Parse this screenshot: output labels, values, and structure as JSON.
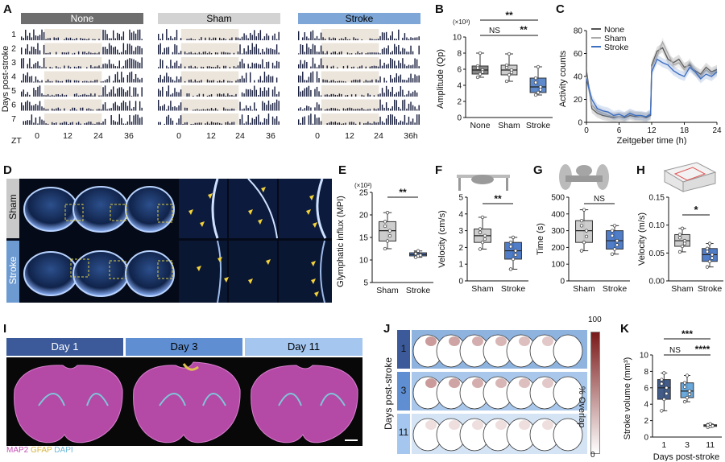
{
  "panels": {
    "A": {
      "label": "A",
      "headers": [
        {
          "text": "None",
          "color": "#6e6e6e"
        },
        {
          "text": "Sham",
          "color": "#d3d3d3"
        },
        {
          "text": "Stroke",
          "color": "#7ea7d8"
        }
      ],
      "days": [
        "1",
        "2",
        "3",
        "4",
        "5",
        "6",
        "7"
      ],
      "ylabel": "Days post-stroke",
      "zt_label": "ZT",
      "ticks_a": [
        "0",
        "12",
        "24",
        "36"
      ],
      "ticks_c": [
        "0",
        "12",
        "24",
        "36h"
      ]
    },
    "B": {
      "label": "B",
      "scale": "(×10³)",
      "ylabel": "Amplitude (Qp)",
      "sig_top": "**",
      "sig_ns": "NS",
      "sig_right": "**"
    },
    "C": {
      "label": "C",
      "ylabel": "Activity counts",
      "xlabel": "Zeitgeber time (h)"
    },
    "D": {
      "label": "D",
      "rows": [
        "Sham",
        "Stroke"
      ]
    },
    "E": {
      "label": "E",
      "scale": "(×10²)",
      "ylabel": "Glymphatic influx (MPI)",
      "sig": "**"
    },
    "F": {
      "label": "F",
      "ylabel": "Velocity (cm/s)",
      "sig": "**"
    },
    "G": {
      "label": "G",
      "ylabel": "Time (s)",
      "sig": "NS"
    },
    "H": {
      "label": "H",
      "ylabel": "Velocity (m/s)",
      "sig": "*"
    },
    "I": {
      "label": "I",
      "headers": [
        "Day 1",
        "Day 3",
        "Day 11"
      ],
      "scalebar": "1 mm",
      "stain": [
        {
          "text": "MAP2",
          "color": "#c44fb5"
        },
        {
          "text": "GFAP",
          "color": "#d6b640"
        },
        {
          "text": "DAPI",
          "color": "#6fb8d8"
        }
      ]
    },
    "J": {
      "label": "J",
      "rows": [
        "1",
        "3",
        "11"
      ],
      "ylabel": "Days post-stroke",
      "cbar_max": "100",
      "cbar_min": "0",
      "cbar_label": "% Overlap"
    },
    "K": {
      "label": "K",
      "ylabel": "Stroke volume (mm³)",
      "xlabel": "Days post-stroke",
      "sig_top": "***",
      "sig_ns": "NS",
      "sig_right": "****"
    }
  },
  "chart_data": [
    {
      "type": "box",
      "panel": "B",
      "categories": [
        "None",
        "Sham",
        "Stroke"
      ],
      "ylim": [
        0,
        10
      ],
      "yticks": [
        "0",
        "2",
        "4",
        "6",
        "8",
        "10"
      ],
      "boxes": [
        {
          "min": 5.0,
          "q1": 5.4,
          "median": 5.9,
          "q3": 6.4,
          "max": 8.0
        },
        {
          "min": 4.5,
          "q1": 5.3,
          "median": 5.9,
          "q3": 6.5,
          "max": 7.9
        },
        {
          "min": 2.8,
          "q1": 3.1,
          "median": 3.8,
          "q3": 4.9,
          "max": 6.3
        }
      ],
      "colors": [
        "#7a7a7a",
        "#c8c8c8",
        "#4d7cc4"
      ]
    },
    {
      "type": "line",
      "panel": "C",
      "xlim": [
        0,
        24
      ],
      "ylim": [
        0,
        80
      ],
      "xticks": [
        "0",
        "6",
        "12",
        "18",
        "24"
      ],
      "yticks": [
        "0",
        "20",
        "40",
        "60",
        "80"
      ],
      "x": [
        0,
        1,
        2,
        3,
        4,
        5,
        6,
        7,
        8,
        9,
        10,
        11,
        11.8,
        12,
        13,
        14,
        15,
        16,
        17,
        18,
        19,
        20,
        21,
        22,
        23,
        24
      ],
      "series": [
        {
          "name": "None",
          "color": "#555555",
          "values": [
            45,
            12,
            8,
            6,
            5,
            4,
            5,
            4,
            6,
            5,
            5,
            4,
            6,
            50,
            62,
            65,
            55,
            52,
            55,
            48,
            50,
            45,
            42,
            48,
            44,
            46
          ]
        },
        {
          "name": "Sham",
          "color": "#aaaaaa",
          "values": [
            40,
            15,
            10,
            8,
            6,
            5,
            5,
            5,
            7,
            6,
            5,
            5,
            8,
            48,
            58,
            70,
            60,
            50,
            52,
            46,
            52,
            44,
            40,
            46,
            42,
            45
          ]
        },
        {
          "name": "Stroke",
          "color": "#3d6fc2",
          "values": [
            38,
            20,
            12,
            10,
            9,
            6,
            7,
            5,
            8,
            6,
            6,
            5,
            7,
            44,
            55,
            52,
            50,
            45,
            42,
            40,
            48,
            44,
            38,
            42,
            40,
            44
          ]
        }
      ]
    },
    {
      "type": "box",
      "panel": "E",
      "categories": [
        "Sham",
        "Stroke"
      ],
      "ylim": [
        5,
        25
      ],
      "yticks": [
        "5",
        "10",
        "15",
        "20",
        "25"
      ],
      "boxes": [
        {
          "min": 12.5,
          "q1": 14.2,
          "median": 16.5,
          "q3": 18.5,
          "max": 20.5
        },
        {
          "min": 10.6,
          "q1": 10.9,
          "median": 11.2,
          "q3": 11.6,
          "max": 12.0
        }
      ],
      "colors": [
        "#c8c8c8",
        "#3d6fc2"
      ]
    },
    {
      "type": "box",
      "panel": "F",
      "categories": [
        "Sham",
        "Stroke"
      ],
      "ylim": [
        0,
        5
      ],
      "yticks": [
        "0",
        "1",
        "2",
        "3",
        "4",
        "5"
      ],
      "boxes": [
        {
          "min": 1.9,
          "q1": 2.3,
          "median": 2.7,
          "q3": 3.1,
          "max": 3.8
        },
        {
          "min": 0.7,
          "q1": 1.3,
          "median": 1.8,
          "q3": 2.3,
          "max": 2.6
        }
      ],
      "colors": [
        "#c8c8c8",
        "#3d6fc2"
      ]
    },
    {
      "type": "box",
      "panel": "G",
      "categories": [
        "Sham",
        "Stroke"
      ],
      "ylim": [
        0,
        500
      ],
      "yticks": [
        "0",
        "100",
        "200",
        "300",
        "400",
        "500"
      ],
      "boxes": [
        {
          "min": 180,
          "q1": 230,
          "median": 300,
          "q3": 360,
          "max": 425
        },
        {
          "min": 160,
          "q1": 190,
          "median": 240,
          "q3": 300,
          "max": 330
        }
      ],
      "colors": [
        "#c8c8c8",
        "#3d6fc2"
      ]
    },
    {
      "type": "box",
      "panel": "H",
      "categories": [
        "Sham",
        "Stroke"
      ],
      "ylim": [
        0,
        0.15
      ],
      "yticks": [
        "0.00",
        "0.05",
        "0.10",
        "0.15"
      ],
      "boxes": [
        {
          "min": 0.052,
          "q1": 0.062,
          "median": 0.072,
          "q3": 0.083,
          "max": 0.094
        },
        {
          "min": 0.025,
          "q1": 0.035,
          "median": 0.047,
          "q3": 0.058,
          "max": 0.067
        }
      ],
      "colors": [
        "#c8c8c8",
        "#3d6fc2"
      ]
    },
    {
      "type": "box",
      "panel": "K",
      "categories": [
        "1",
        "3",
        "11"
      ],
      "ylim": [
        0,
        10
      ],
      "yticks": [
        "0",
        "2",
        "4",
        "6",
        "8",
        "10"
      ],
      "boxes": [
        {
          "min": 3.2,
          "q1": 4.6,
          "median": 6.0,
          "q3": 7.0,
          "max": 7.8
        },
        {
          "min": 4.3,
          "q1": 4.8,
          "median": 5.6,
          "q3": 6.6,
          "max": 7.5
        },
        {
          "min": 1.2,
          "q1": 1.3,
          "median": 1.4,
          "q3": 1.5,
          "max": 1.6
        }
      ],
      "colors": [
        "#2d4a7a",
        "#5aa0d8",
        "#a9c8ea"
      ]
    }
  ]
}
